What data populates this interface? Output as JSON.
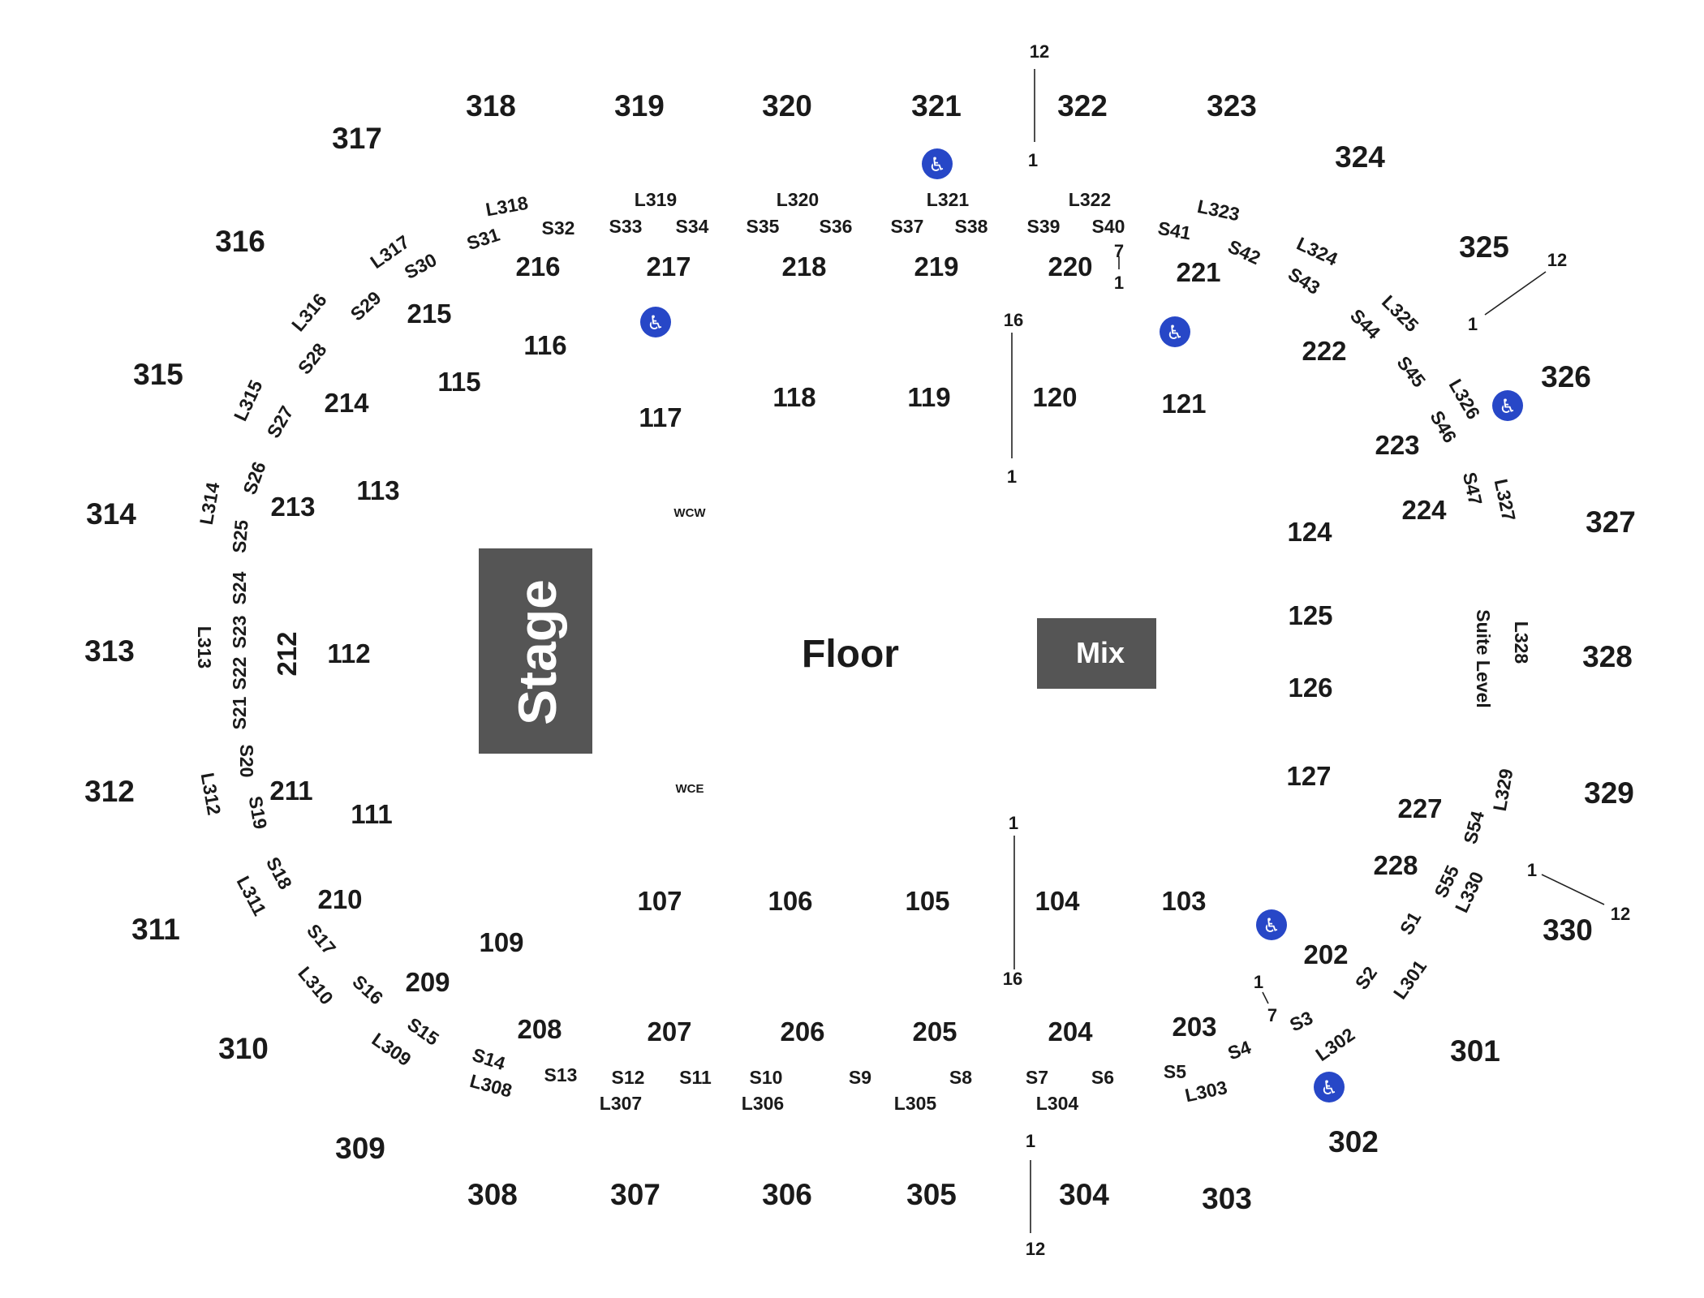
{
  "map": {
    "floor_label": "Floor",
    "stage_label": "Stage",
    "mix_label": "Mix",
    "suite_level_label": "Suite Level",
    "wheelchair_icon": "wheelchair-accessible-icon",
    "colors": {
      "block": "#555555",
      "text": "#1a1a1a",
      "accessible": "#2747c7",
      "background": "#ffffff"
    },
    "sections_300": [
      "301",
      "302",
      "303",
      "304",
      "305",
      "306",
      "307",
      "308",
      "309",
      "310",
      "311",
      "312",
      "313",
      "314",
      "315",
      "316",
      "317",
      "318",
      "319",
      "320",
      "321",
      "322",
      "323",
      "324",
      "325",
      "326",
      "327",
      "328",
      "329",
      "330"
    ],
    "sections_200": [
      "202",
      "203",
      "204",
      "205",
      "206",
      "207",
      "208",
      "209",
      "210",
      "211",
      "212",
      "213",
      "214",
      "215",
      "216",
      "217",
      "218",
      "219",
      "220",
      "221",
      "222",
      "223",
      "224",
      "227",
      "228"
    ],
    "sections_100": [
      "103",
      "104",
      "105",
      "106",
      "107",
      "109",
      "111",
      "112",
      "113",
      "115",
      "116",
      "117",
      "118",
      "119",
      "120",
      "121",
      "124",
      "125",
      "126",
      "127"
    ],
    "suites": [
      "S1",
      "S2",
      "S3",
      "S4",
      "S5",
      "S6",
      "S7",
      "S8",
      "S9",
      "S10",
      "S11",
      "S12",
      "S13",
      "S14",
      "S15",
      "S16",
      "S17",
      "S18",
      "S19",
      "S20",
      "S21",
      "S22",
      "S23",
      "S24",
      "S25",
      "S26",
      "S27",
      "S28",
      "S29",
      "S30",
      "S31",
      "S32",
      "S33",
      "S34",
      "S35",
      "S36",
      "S37",
      "S38",
      "S39",
      "S40",
      "S41",
      "S42",
      "S43",
      "S44",
      "S45",
      "S46",
      "S47",
      "S54",
      "S55"
    ],
    "loges": [
      "L301",
      "L302",
      "L303",
      "L304",
      "L305",
      "L306",
      "L307",
      "L308",
      "L309",
      "L310",
      "L311",
      "L312",
      "L313",
      "L314",
      "L315",
      "L316",
      "L317",
      "L318",
      "L319",
      "L320",
      "L321",
      "L322",
      "L323",
      "L324",
      "L325",
      "L326",
      "L327",
      "L328",
      "L329",
      "L330"
    ],
    "row_markers": [
      "1",
      "12",
      "16",
      "7"
    ],
    "wheelchair_markers": [
      "wcw",
      "wce"
    ],
    "wheelchair_texts": [
      "WCW",
      "WCE"
    ]
  }
}
